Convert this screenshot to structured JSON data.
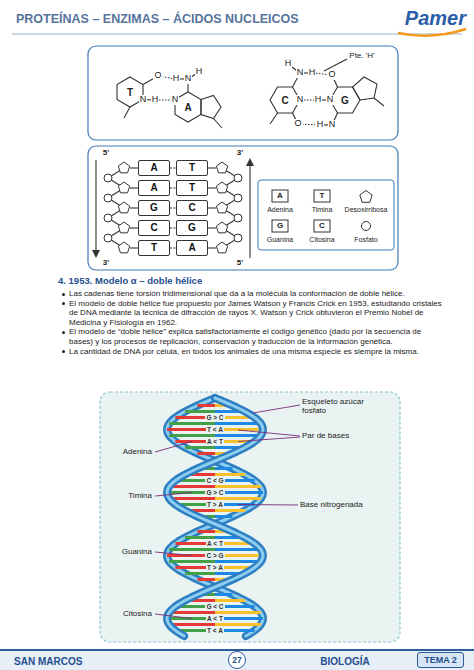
{
  "diagram": {
    "title": "4. 1953. Modelo α – doble hélice",
    "nodes": [
      {
        "text": [
          "A"
        ]
      },
      {
        "text": [
          "T"
        ]
      },
      {
        "text": [
          "A"
        ]
      },
      {
        "text": [
          "T"
        ]
      },
      {
        "text": [
          "G"
        ]
      },
      {
        "text": [
          "C"
        ]
      },
      {
        "text": [
          "C"
        ]
      },
      {
        "text": [
          "G"
        ]
      },
      {
        "text": [
          "T"
        ]
      },
      {
        "text": [
          "A"
        ]
      },
      {
        "text": [
          "27"
        ]
      },
      {
        "text": [
          "TEMA 2"
        ]
      }
    ],
    "edges": [
      {
        "from": 0,
        "to": 1,
        "arrow": "none"
      },
      {
        "from": 2,
        "to": 3,
        "arrow": "none"
      },
      {
        "from": 4,
        "to": 5,
        "arrow": "none"
      },
      {
        "from": 6,
        "to": 7,
        "arrow": "none"
      },
      {
        "from": 8,
        "to": 9,
        "arrow": "none"
      }
    ],
    "labels": [
      "PROTEÍNAS – ENZIMAS – ÁCIDOS NUCLEICOS",
      "Pamer",
      "T",
      "O",
      "N",
      "H",
      "N",
      "A",
      "N",
      "H",
      "H",
      "Pte. 'H'",
      "H",
      "N",
      "H",
      "O",
      "C",
      "N",
      "H",
      "N",
      "G",
      "O",
      "H",
      "N",
      "5'",
      "3'",
      "3'",
      "5'",
      "A",
      "T",
      "G",
      "C",
      "Las cadenas tiene torsión tridimensional que da a la molécula la conformación de doble hélice.",
      "El modelo de doble hélice fue propuesto por James Watson y Francis Crick en 1953, estudiando cristales de DNA mediante la técnica de difracción de rayos X. Watson y Crick obtuvieron el Premio Nobel de Medicina y Fisiología en 1962.",
      "El modelo de “doble hélice” explica satisfactoriamente el código genético (dado por la secuencia de bases) y los procesos de replicación, conservación y traducción de la información genética.",
      "La cantidad de DNA por célula, en todos los animales de una misma especie es siempre la misma.",
      "Esqueleto azúcar fosfato",
      "Par de bases",
      "Adenina",
      "Base nitrogenada",
      "Timina",
      "Guanina",
      "Citosina",
      "G > C",
      "T < A",
      "A < T",
      "C < G",
      "G > C",
      "T > A",
      "A < T",
      "C > G",
      "T > A",
      "G < C",
      "A < T",
      "T < A",
      "SAN MARCOS",
      "BIOLOGÍA"
    ],
    "legend": [
      {
        "text": "Adenina"
      },
      {
        "text": "Timina"
      },
      {
        "text": "Desoxirribosa"
      },
      {
        "text": "Guanina"
      },
      {
        "text": "Citosina"
      },
      {
        "text": "Fosfato"
      }
    ]
  }
}
